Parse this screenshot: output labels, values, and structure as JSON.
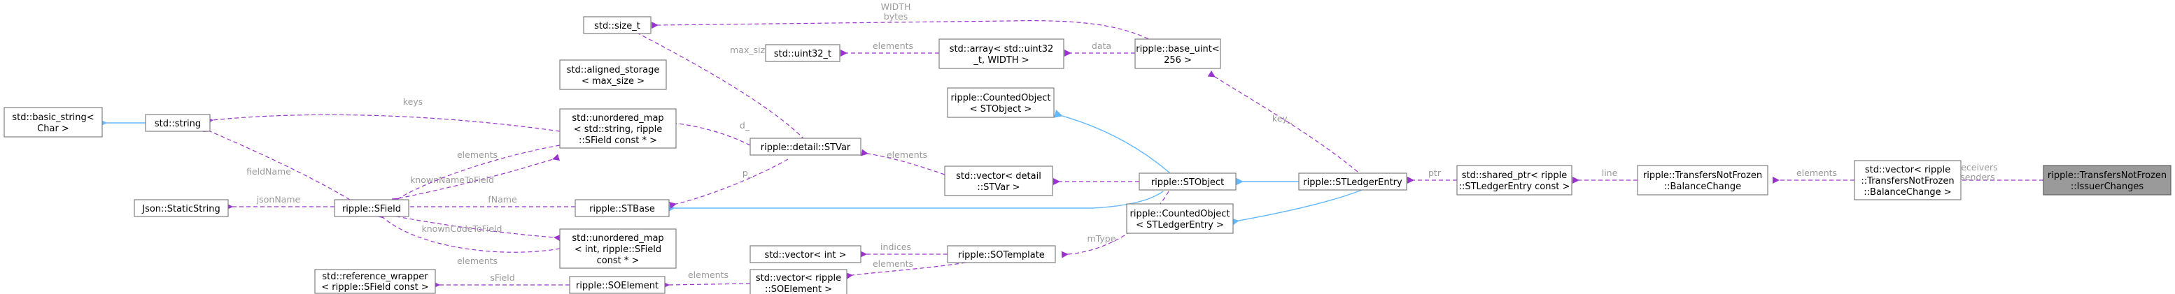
{
  "nodes": {
    "issuer_changes": [
      "ripple::TransfersNotFrozen",
      "::IssuerChanges"
    ],
    "vector_balance_change": [
      "std::vector< ripple",
      "::TransfersNotFrozen",
      "::BalanceChange >"
    ],
    "balance_change": [
      "ripple::TransfersNotFrozen",
      "::BalanceChange"
    ],
    "shared_ptr_sle": [
      "std::shared_ptr< ripple",
      "::STLedgerEntry const >"
    ],
    "st_ledger_entry": [
      "ripple::STLedgerEntry"
    ],
    "base_uint": [
      "ripple::base_uint<",
      "256 >"
    ],
    "counted_sle": [
      "ripple::CountedObject",
      "< STLedgerEntry >"
    ],
    "st_object": [
      "ripple::STObject"
    ],
    "counted_sto": [
      "ripple::CountedObject",
      "< STObject >"
    ],
    "vector_stvar": [
      "std::vector< detail",
      "::STVar >"
    ],
    "so_template": [
      "ripple::SOTemplate"
    ],
    "std_array": [
      "std::array< std::uint32",
      "_t, WIDTH >"
    ],
    "uint32": [
      "std::uint32_t"
    ],
    "size_t": [
      "std::size_t"
    ],
    "stvar": [
      "ripple::detail::STVar"
    ],
    "aligned_storage": [
      "std::aligned_storage",
      "< max_size >"
    ],
    "stbase": [
      "ripple::STBase"
    ],
    "unordered_map_str": [
      "std::unordered_map",
      "< std::string, ripple",
      "::SField const * >"
    ],
    "unordered_map_int": [
      "std::unordered_map",
      "< int, ripple::SField",
      "const * >"
    ],
    "sfield": [
      "ripple::SField"
    ],
    "std_string": [
      "std::string"
    ],
    "basic_string": [
      "std::basic_string<",
      "Char >"
    ],
    "static_string": [
      "Json::StaticString"
    ],
    "vector_int": [
      "std::vector< int >"
    ],
    "vector_soelement": [
      "std::vector< ripple",
      "::SOElement >"
    ],
    "so_element": [
      "ripple::SOElement"
    ],
    "ref_wrapper": [
      "std::reference_wrapper",
      "< ripple::SField const >"
    ]
  },
  "edges": {
    "receivers": "receivers",
    "senders": "senders",
    "elements": "elements",
    "line": "line",
    "ptr": "ptr",
    "key": "key_",
    "data": "data",
    "width": "WIDTH",
    "bytes": "bytes",
    "max_size": "max_size",
    "d": "d_",
    "p": "p_",
    "mtype": "mType",
    "indices": "indices",
    "fname": "fName",
    "known_name": "knownNameToField",
    "known_code": "knownCodeToField",
    "keys": "keys",
    "field_name": "fieldName",
    "json_name": "jsonName",
    "sfield": "sField"
  },
  "colors": {
    "usage_edge": "#9a32cd",
    "inheritance_edge": "#63b8ff",
    "highlight_node": "#9a9a9a"
  }
}
